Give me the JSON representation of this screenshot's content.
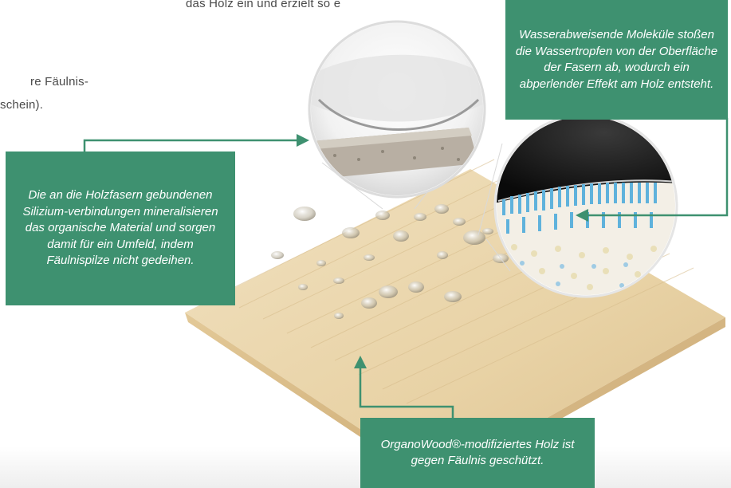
{
  "intro": {
    "line1": "das Holz ein und erzielt so e",
    "line2": "re Fäulnis-",
    "line3": "schein)."
  },
  "callouts": {
    "surface": "Wasserabweisende Moleküle stoßen die Wassertropfen von der Oberfläche der Fasern ab, wodurch ein abperlender Effekt am Holz entsteht.",
    "mineral": "Die an die Holzfasern gebundenen Silizium-verbindungen mineralisieren das organische Material und sorgen damit für ein Umfeld, indem Fäulnispilze nicht gedeihen.",
    "wood": "OrganoWood®-modifiziertes Holz ist gegen Fäulnis geschützt."
  },
  "colors": {
    "accent": "#3e9170",
    "arrow": "#3e9170",
    "wood": "#e9d6ae",
    "text": "#4a4a4a"
  },
  "icons": [
    "arrow-right-icon",
    "arrow-left-icon",
    "arrow-up-icon"
  ]
}
